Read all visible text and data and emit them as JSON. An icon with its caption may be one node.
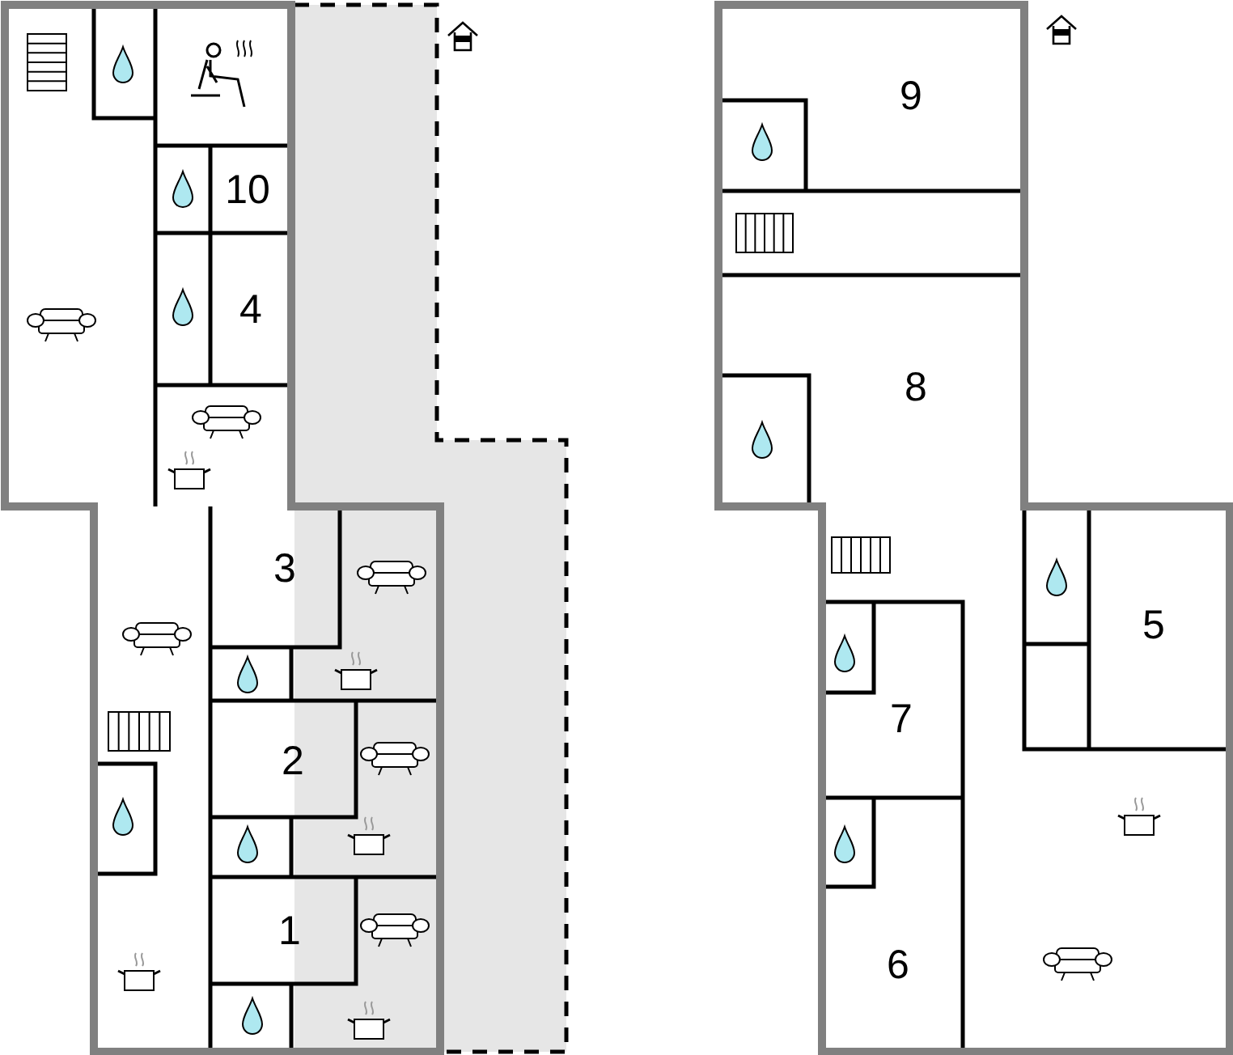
{
  "diagram": {
    "labels": [
      "9",
      "10",
      "4",
      "8",
      "3",
      "5",
      "7",
      "2",
      "1",
      "6"
    ]
  }
}
